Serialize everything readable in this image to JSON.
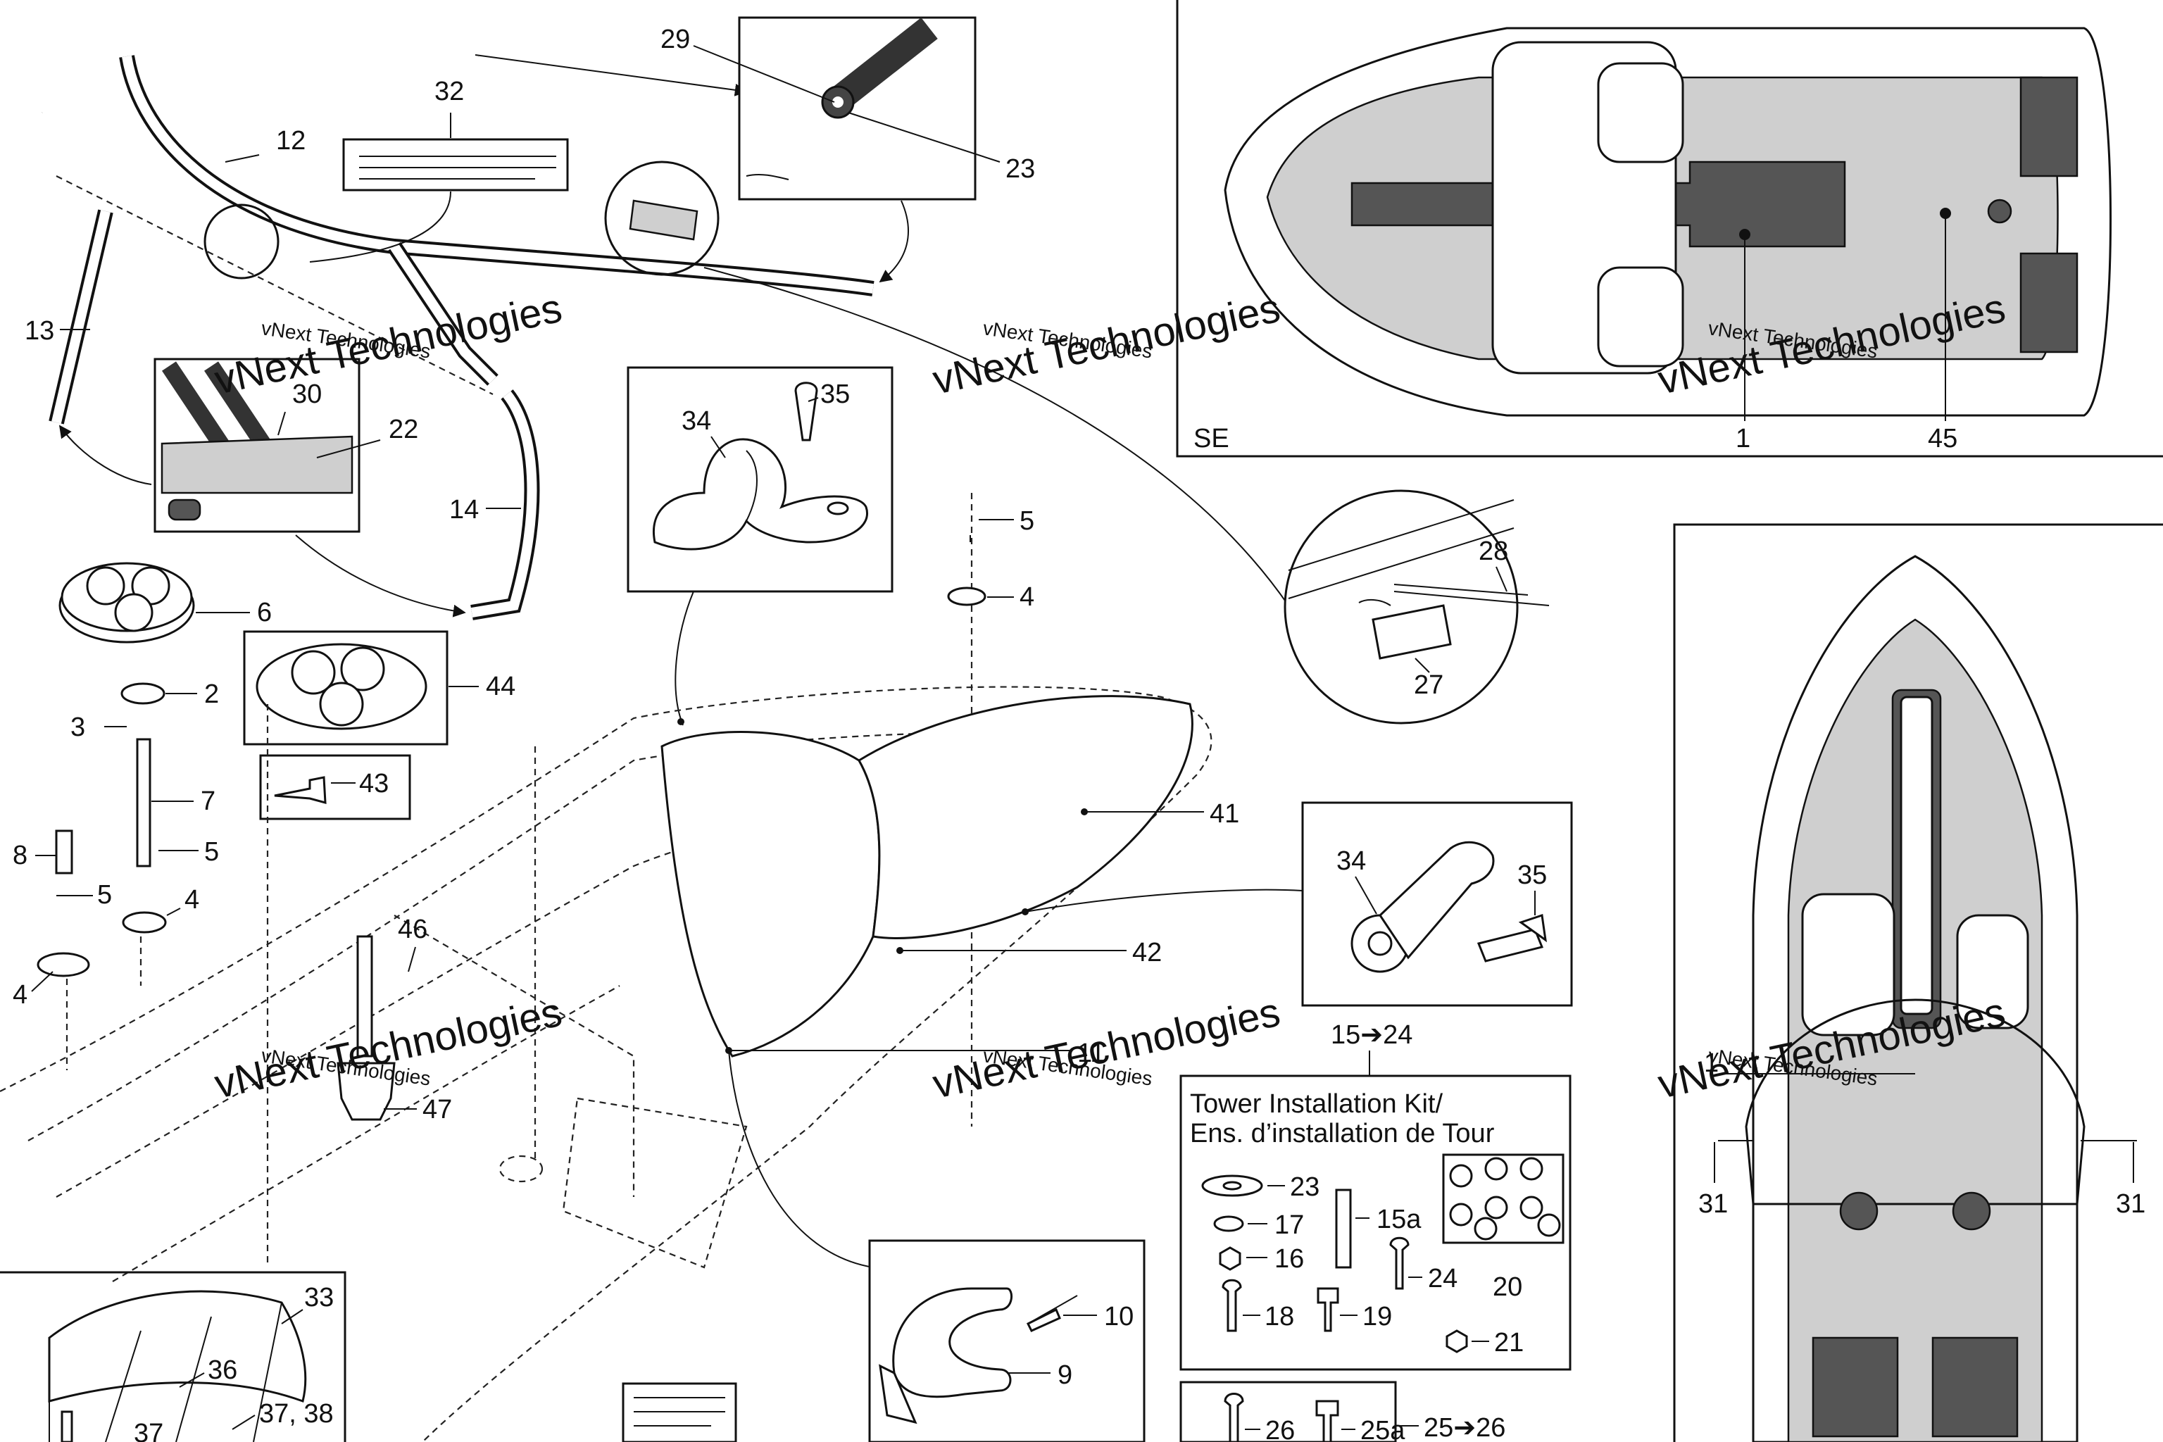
{
  "watermark": "vNext Technologies",
  "watermark_big": "vNext Technologies",
  "variant_label": "SE",
  "kit_title_line1": "Tower Installation Kit/",
  "kit_title_line2": "Ens. d’installation de Tour",
  "kit_range_top": "15➔24",
  "kit_range_bottom": "25➔26",
  "callouts": {
    "c1_top": "1",
    "c45": "45",
    "c29": "29",
    "c23_top": "23",
    "c32": "32",
    "c12": "12",
    "c13": "13",
    "c14": "14",
    "c30": "30",
    "c22": "22",
    "c34_top": "34",
    "c35_top": "35",
    "c5_mid": "5",
    "c4_mid": "4",
    "c28": "28",
    "c27": "27",
    "c6": "6",
    "c2": "2",
    "c3": "3",
    "c44": "44",
    "c43": "43",
    "c7": "7",
    "c8": "8",
    "c5_left": "5",
    "c5_left2": "5",
    "c4_left": "4",
    "c4_left2": "4",
    "c41": "41",
    "c42": "42",
    "c34_right": "34",
    "c35_right": "35",
    "c46": "46",
    "c47": "47",
    "c11": "11",
    "c33": "33",
    "c36": "36",
    "c37_38": "37, 38",
    "c37": "37",
    "c10": "10",
    "c9": "9",
    "c23_kit": "23",
    "c17": "17",
    "c15a": "15a",
    "c16": "16",
    "c24": "24",
    "c20": "20",
    "c18": "18",
    "c19": "19",
    "c21": "21",
    "c26": "26",
    "c25a": "25a",
    "c1_right": "1",
    "c31_left": "31",
    "c31_right": "31"
  }
}
